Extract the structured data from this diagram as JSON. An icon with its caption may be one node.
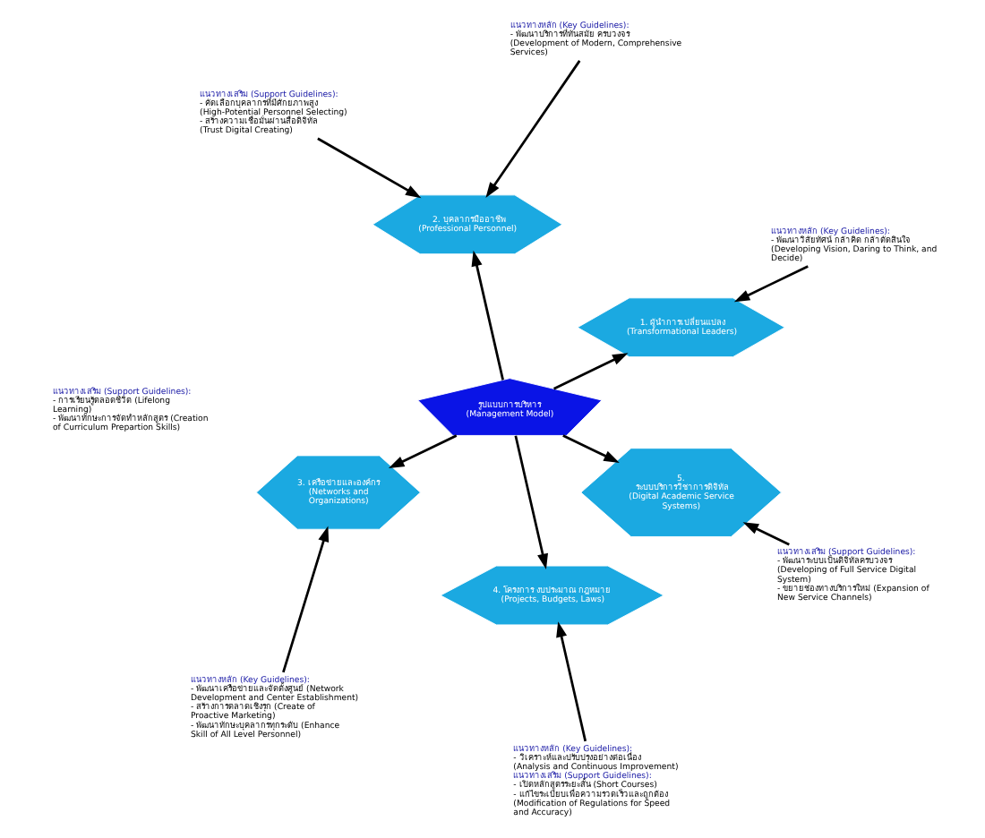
{
  "diagram": {
    "nodes": [
      {
        "text": [
          "รูปแบบการบริหาร (Management Model)"
        ]
      },
      {
        "text": [
          "1. ผู้นำการเปลี่ยนแปลง (Transformational Leaders)"
        ]
      },
      {
        "text": [
          "2. บุคลากรมืออาชีพ (Professional Personnel)"
        ]
      },
      {
        "text": [
          "3. เครือข่ายและองค์กร (Networks and Organizations)"
        ]
      },
      {
        "text": [
          "4. โครงการ งบประมาณ กฎหมาย (Projects, Budgets, Laws)"
        ]
      },
      {
        "text": [
          "5. ระบบบริการวิชาการดิจิทัล (Digital Academic Service Systems)"
        ]
      },
      {
        "text": [
          "แนวทางหลัก (Key Guidelines):",
          "- พัฒนาวิสัยทัศน์ กล้าคิด กล้าตัดสินใจ (Developing Vision, Daring to Think, and Decide)"
        ]
      },
      {
        "text": [
          "แนวทางหลัก (Key Guidelines):",
          "- พัฒนาบริการที่ทันสมัย ครบวงจร (Development of Modern, Comprehensive Services)"
        ]
      },
      {
        "text": [
          "แนวทางเสริม (Support Guidelines):",
          "- คัดเลือกบุคลากรที่มีศักยภาพสูง (High-Potential Personnel Selecting)",
          "- สร้างความเชื่อมั่นผ่านสื่อดิจิทัล (Trust Digital Creating)"
        ]
      },
      {
        "text": [
          "แนวทางเสริม (Support Guidelines):",
          "- พัฒนาระบบเป็นดิจิทัลครบวงจร (Developing of Full Service Digital System)",
          "- ขยายช่องทางบริการใหม่ (Expansion of New Service Channels)"
        ]
      },
      {
        "text": [
          "แนวทางหลัก (Key Guidelines):",
          "- วิเคราะห์และปรับปรุงอย่างต่อเนื่อง (Analysis and Continuous Improvement)",
          "แนวทางเสริม (Support Guidelines):",
          "- เปิดหลักสูตรระยะสั้น (Short Courses)",
          "- แก้ไขระเบียบเพื่อความรวดเร็วและถูกต้อง (Modification of Regulations for Speed and Accuracy)"
        ]
      },
      {
        "text": [
          "แนวทางหลัก (Key Guidelines):",
          "- พัฒนาเครือข่ายและจัดตั้งศูนย์ (Network Development and Center Establishment)",
          "- สร้างการตลาดเชิงรุก (Create of Proactive Marketing)",
          "- พัฒนาทักษะบุคลากรทุกระดับ (Enhance Skill of All Level Personnel)"
        ]
      }
    ],
    "edges": [
      {
        "from": 0,
        "to": 1,
        "arrow": "to"
      },
      {
        "from": 0,
        "to": 2,
        "arrow": "to"
      },
      {
        "from": 0,
        "to": 3,
        "arrow": "to"
      },
      {
        "from": 0,
        "to": 4,
        "arrow": "to"
      },
      {
        "from": 0,
        "to": 5,
        "arrow": "to"
      },
      {
        "from": 6,
        "to": 1,
        "arrow": "to"
      },
      {
        "from": 7,
        "to": 2,
        "arrow": "to"
      },
      {
        "from": 8,
        "to": 2,
        "arrow": "to"
      },
      {
        "from": 9,
        "to": 5,
        "arrow": "to"
      },
      {
        "from": 10,
        "to": 4,
        "arrow": "to"
      },
      {
        "from": 11,
        "to": 3,
        "arrow": "to"
      }
    ],
    "labels": [
      "แนวทางเสริม (Support Guidelines):",
      "- การเรียนรู้ตลอดชีวิต (Lifelong Learning)",
      "- พัฒนาทักษะการจัดทำหลักสูตร (Creation of Curriculum Prepartion Skills)"
    ]
  }
}
